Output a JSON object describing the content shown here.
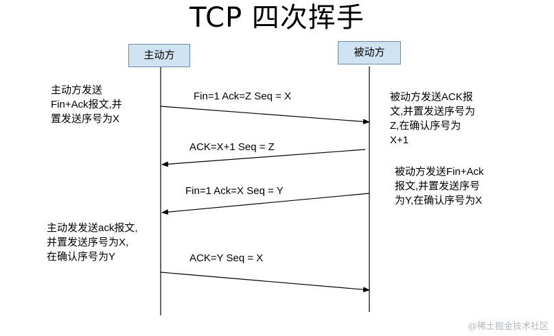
{
  "title": "TCP 四次挥手",
  "actors": {
    "active": "主动方",
    "passive": "被动方"
  },
  "messages": [
    "Fin=1 Ack=Z Seq = X",
    "ACK=X+1 Seq = Z",
    "Fin=1 Ack=X Seq = Y",
    "ACK=Y Seq = X"
  ],
  "notes": {
    "left_1": [
      "主动方发送",
      "Fin+Ack报文,并",
      "置发送序号为X"
    ],
    "right_1": [
      "被动方发送ACK报",
      "文,并置发送序号为",
      "Z,在确认序号为",
      "X+1"
    ],
    "right_2": [
      "被动方发送Fin+Ack",
      "报文,并置发送序号",
      "为Y,在确认序号为X"
    ],
    "left_2": [
      "主动发发送ack报文,",
      "并置发送序号为X,",
      "在确认序号为Y"
    ]
  },
  "watermark": "@稀土掘金技术社区",
  "colors": {
    "actor_box_fill": "#cfe3f2",
    "actor_box_border": "#6b8aa5",
    "line": "#000000"
  }
}
